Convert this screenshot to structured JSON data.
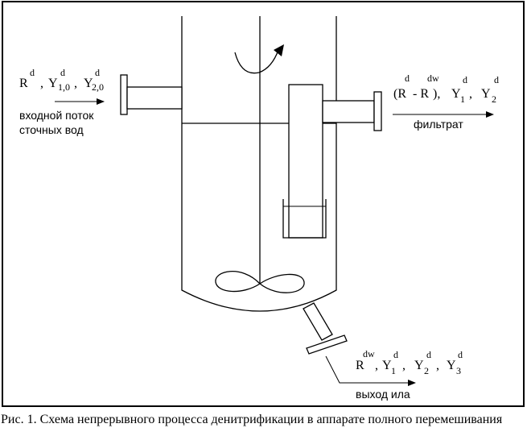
{
  "inlet": {
    "vars": [
      {
        "base": "R",
        "sup": "d",
        "sub": ""
      },
      {
        "base": "Y",
        "sup": "d",
        "sub": "1,0"
      },
      {
        "base": "Y",
        "sup": "d",
        "sub": "2,0"
      }
    ],
    "label_line1": "входной поток",
    "label_line2": "сточных вод"
  },
  "filtrate": {
    "expr_open": "(R",
    "sup1": "d",
    "minus": "- R",
    "sup2": "dw",
    "close": "),",
    "y1": {
      "base": "Y",
      "sup": "d",
      "sub": "1"
    },
    "y2": {
      "base": "Y",
      "sup": "d",
      "sub": "2"
    },
    "label": "фильтрат"
  },
  "sludge": {
    "r": {
      "base": "R",
      "sup": "dw"
    },
    "y1": {
      "base": "Y",
      "sup": "d",
      "sub": "1"
    },
    "y2": {
      "base": "Y",
      "sup": "d",
      "sub": "2"
    },
    "y3": {
      "base": "Y",
      "sup": "d",
      "sub": "3"
    },
    "label": "выход ила"
  },
  "caption": "Рис. 1. Схема непрерывного процесса денитрификации в аппарате полного перемешивания"
}
